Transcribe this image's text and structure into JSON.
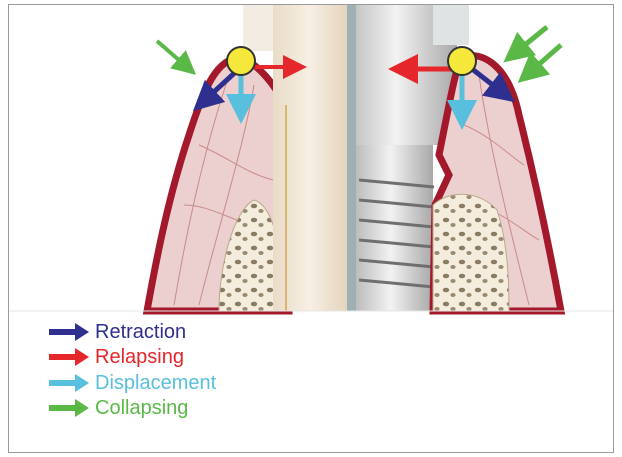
{
  "legend": {
    "items": [
      {
        "key": "retraction",
        "label": "Retraction",
        "color": "#2e2f8f"
      },
      {
        "key": "relapsing",
        "label": "Relapsing",
        "color": "#e5262a"
      },
      {
        "key": "displacement",
        "label": "Displacement",
        "color": "#58bfdc"
      },
      {
        "key": "collapsing",
        "label": "Collapsing",
        "color": "#5ab946"
      }
    ]
  },
  "colors": {
    "gingiva_fill": "#ecd0cf",
    "gingiva_border": "#a3192b",
    "tooth": "#f1e6d6",
    "implant": "#d9d9d9",
    "bone": "#f3ead8",
    "marker": "#f5e83a"
  },
  "icons": {
    "marker": "yellow-circle-icon",
    "arrow": "arrow-right-icon"
  }
}
